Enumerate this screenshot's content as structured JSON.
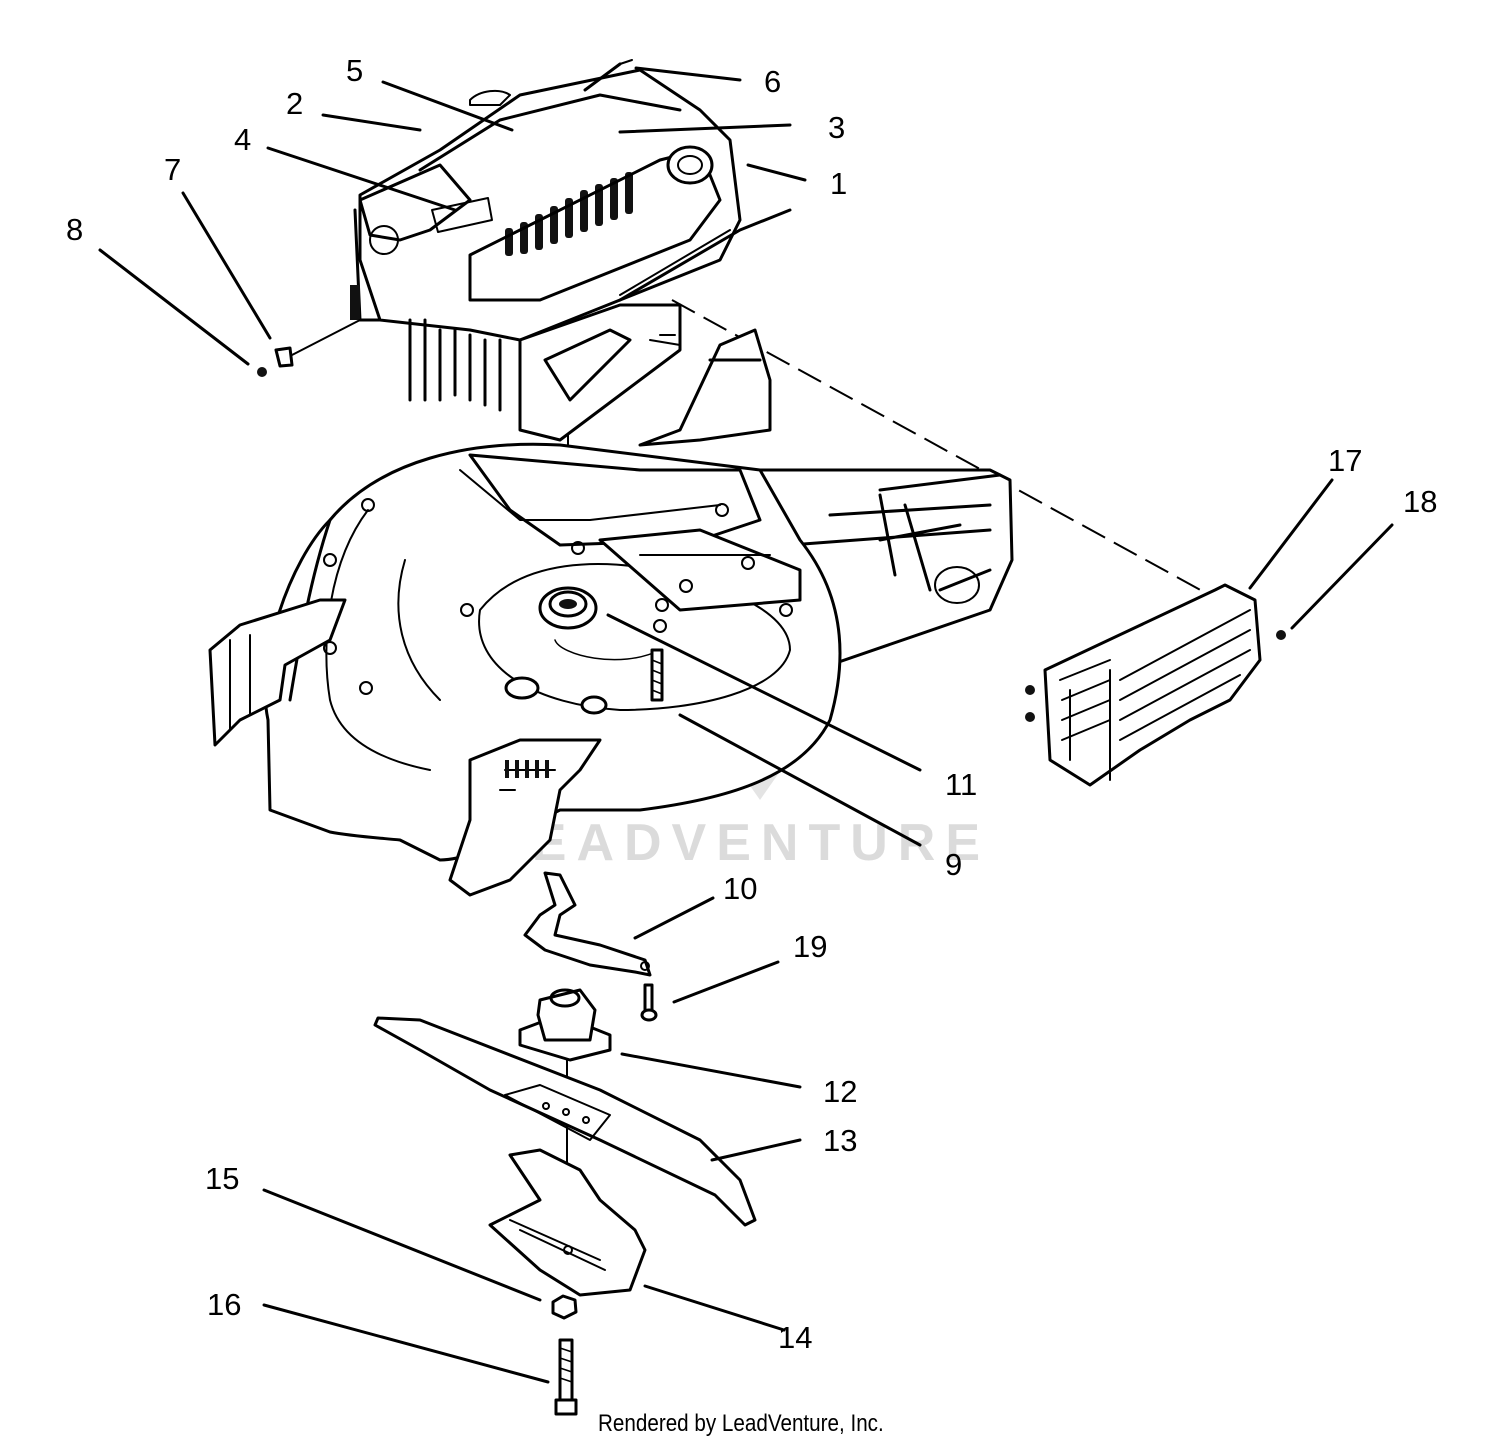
{
  "diagram": {
    "callouts": [
      {
        "id": "1",
        "label": "1"
      },
      {
        "id": "2",
        "label": "2"
      },
      {
        "id": "3",
        "label": "3"
      },
      {
        "id": "4",
        "label": "4"
      },
      {
        "id": "5",
        "label": "5"
      },
      {
        "id": "6",
        "label": "6"
      },
      {
        "id": "7",
        "label": "7"
      },
      {
        "id": "8",
        "label": "8"
      },
      {
        "id": "9",
        "label": "9"
      },
      {
        "id": "10",
        "label": "10"
      },
      {
        "id": "11",
        "label": "11"
      },
      {
        "id": "12",
        "label": "12"
      },
      {
        "id": "13",
        "label": "13"
      },
      {
        "id": "14",
        "label": "14"
      },
      {
        "id": "15",
        "label": "15"
      },
      {
        "id": "16",
        "label": "16"
      },
      {
        "id": "17",
        "label": "17"
      },
      {
        "id": "18",
        "label": "18"
      },
      {
        "id": "19",
        "label": "19"
      }
    ],
    "watermark": "LEADVENTURE",
    "credit": "Rendered by LeadVenture, Inc."
  }
}
